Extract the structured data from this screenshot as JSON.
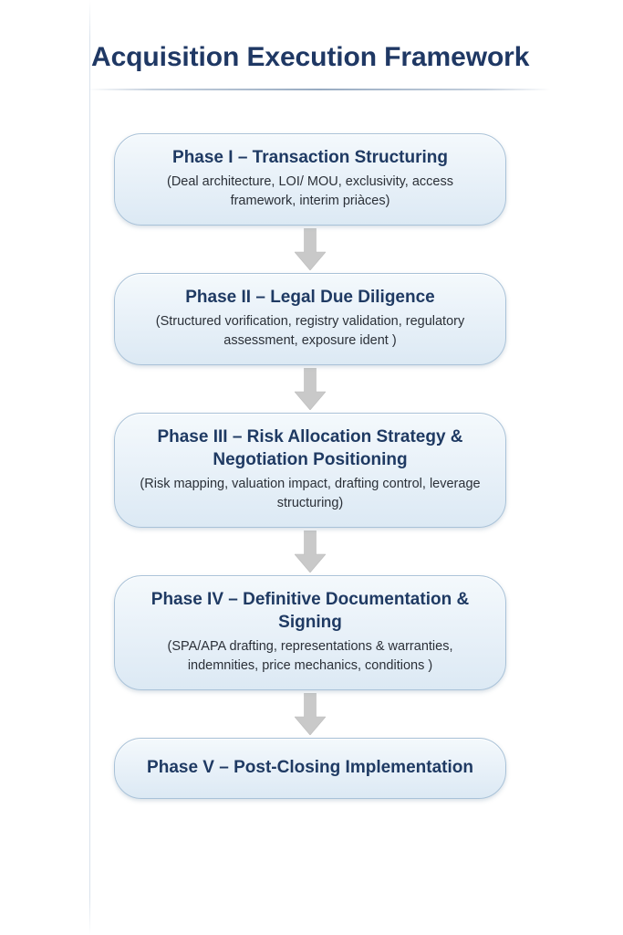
{
  "document": {
    "title": "Acquisition Execution Framework",
    "colors": {
      "title": "#1F3864",
      "node_title": "#1F3A63",
      "node_subtitle": "#2b3038",
      "node_border": "#a9c2d8",
      "node_fill_top": "#f4f9fc",
      "node_fill_bottom": "#dce9f4",
      "arrow": "#c8c8c8",
      "rule": "#7e96b2"
    }
  },
  "flow": {
    "connector_icon": "arrow-down-icon",
    "nodes": [
      {
        "id": "phase-1",
        "title": "Phase I – Transaction Structuring",
        "subtitle": "(Deal architecture, LOI/ MOU, exclusivity, access framework, interim priàces)"
      },
      {
        "id": "phase-2",
        "title": "Phase II – Legal Due Diligence",
        "subtitle": "(Structured vorification, registry validation, regulatory assessment, exposure ident )"
      },
      {
        "id": "phase-3",
        "title": "Phase III – Risk Allocation Strategy & Negotiation Positioning",
        "subtitle": "(Risk mapping, valuation impact, drafting control, leverage structuring)"
      },
      {
        "id": "phase-4",
        "title": "Phase IV – Definitive Documentation & Signing",
        "subtitle": "(SPA/APA drafting, representations & warranties, indemnities, price mechanics, conditions )"
      },
      {
        "id": "phase-5",
        "title": "Phase V – Post-Closing Implementation",
        "subtitle": ""
      }
    ]
  }
}
